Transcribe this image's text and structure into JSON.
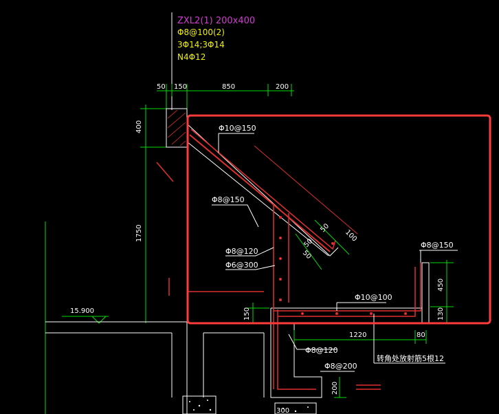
{
  "labels": {
    "beam_name": "ZXL2(1) 200x400",
    "beam_stirrup": "Φ8@100(2)",
    "beam_long_bars": "3Φ14;3Φ14",
    "beam_waist_bars": "N4Φ12",
    "slab_top_rebar": "Φ10@150",
    "slab_bottom_rebar": "Φ8@150",
    "wall_rebar_1": "Φ8@120",
    "wall_rebar_2": "Φ6@300",
    "gutter_rebar": "Φ8@150",
    "gutter_bottom_rebar": "Φ10@100",
    "beam_side_rebar": "Φ8@120",
    "lower_rebar": "Φ8@200",
    "note": "转角处放射筋5根12"
  },
  "dimensions": {
    "d50": "50",
    "d150": "150",
    "d850": "850",
    "d200": "200",
    "d400_left": "400",
    "d1750": "1750",
    "d50_slope": "50",
    "d100_slope": "100",
    "d50_a": "50",
    "d50_b": "50",
    "d450": "450",
    "d130": "130",
    "d150_low": "150",
    "d1220": "1220",
    "d80": "80",
    "d200_low": "200",
    "d300": "300"
  },
  "elevation": "15.900",
  "colors": {
    "background": "#000000",
    "concrete_outline": "#ffffff",
    "rebar": "#e03030",
    "dimension": "#00dc00",
    "highlight_box": "#ff3b3b",
    "annotation_magenta": "#d23cd2",
    "annotation_yellow": "#f0f000"
  }
}
